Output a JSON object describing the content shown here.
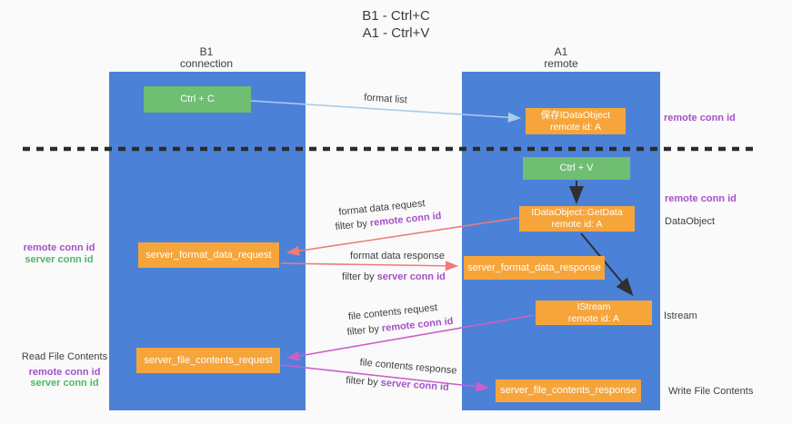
{
  "title": {
    "line1": "B1 - Ctrl+C",
    "line2": "A1 - Ctrl+V"
  },
  "lanes": {
    "left": {
      "name": "B1",
      "sub": "connection"
    },
    "right": {
      "name": "A1",
      "sub": "remote"
    }
  },
  "nodes": {
    "ctrl_c": "Ctrl + C",
    "ctrl_v": "Ctrl + V",
    "save_dataobject": {
      "line1": "保存IDataObject",
      "line2": "remote id: A"
    },
    "getdata": {
      "line1": "IDataObject::GetData",
      "line2": "remote id: A"
    },
    "istream": {
      "line1": "IStream",
      "line2": "remote id: A"
    },
    "server_format_data_request": "server_format_data_request",
    "server_format_data_response": "server_format_data_response",
    "server_file_contents_request": "server_file_contents_request",
    "server_file_contents_response": "server_file_contents_response"
  },
  "edge_labels": {
    "format_list": "format list",
    "format_data_request": "format data request",
    "format_data_response": "format data response",
    "file_contents_request": "file contents request",
    "file_contents_response": "file contents response",
    "filter_by": "filter by ",
    "remote_conn_id": "remote conn id",
    "server_conn_id": "server conn id"
  },
  "side_labels": {
    "remote_conn_id_top": "remote conn id",
    "remote_conn_id_mid": "remote conn id",
    "dataobject": "DataObject",
    "istream": "Istream",
    "write_file_contents": "Write File Contents",
    "read_file_contents": "Read File Contents",
    "left1_remote_conn_id": "remote conn id",
    "left1_server_conn_id": "server conn id",
    "left2_remote_conn_id": "remote conn id",
    "left2_server_conn_id": "server conn id"
  },
  "colors": {
    "lane_blue": "#4c81d8",
    "node_orange": "#f6a53b",
    "node_green": "#6fbe72",
    "arrow_light_blue": "#a9cce9",
    "arrow_salmon": "#ee7b7b",
    "arrow_magenta": "#cb5fc9",
    "arrow_black": "#303030",
    "text_purple": "#a550c9",
    "text_green": "#4db767",
    "background": "#fafafa"
  }
}
